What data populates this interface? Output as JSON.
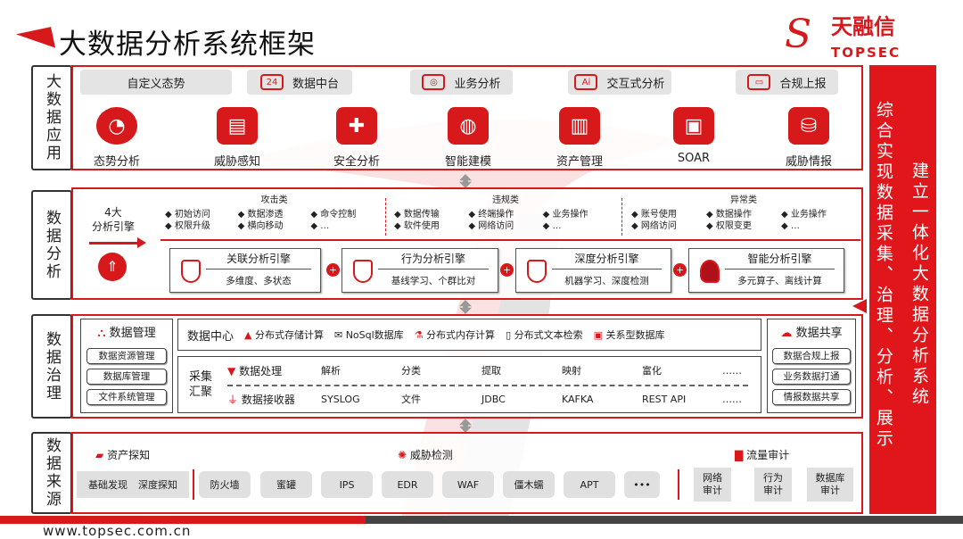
{
  "title": "大数据分析系统框架",
  "logo": {
    "cn": "天融信",
    "en": "TOPSEC"
  },
  "footer_url": "www.topsec.com.cn",
  "colors": {
    "accent": "#d7191c",
    "dark": "#444444"
  },
  "right_panel": {
    "left": "综合实现数据采集、治理、分析、展示",
    "right": "建立一体化大数据分析系统"
  },
  "layers": {
    "app": {
      "label": "大数据应用",
      "tabs": [
        {
          "label": "自定义态势",
          "icon": ""
        },
        {
          "label": "数据中台",
          "icon": "24"
        },
        {
          "label": "业务分析",
          "icon": "◎"
        },
        {
          "label": "交互式分析",
          "icon": "Ai"
        },
        {
          "label": "合规上报",
          "icon": "▭"
        }
      ],
      "apps": [
        {
          "label": "态势分析",
          "icon": "◔"
        },
        {
          "label": "威胁感知",
          "icon": "▤"
        },
        {
          "label": "安全分析",
          "icon": "✚"
        },
        {
          "label": "智能建模",
          "icon": "◍"
        },
        {
          "label": "资产管理",
          "icon": "▥"
        },
        {
          "label": "SOAR",
          "icon": "▣"
        },
        {
          "label": "威胁情报",
          "icon": "⛁"
        }
      ]
    },
    "analysis": {
      "label": "数据分析",
      "engine_title": "4大\n分析引擎",
      "categories": [
        {
          "name": "攻击类",
          "items": [
            "初始访问",
            "数据渗透",
            "命令控制",
            "权限升级",
            "横向移动",
            "…"
          ]
        },
        {
          "name": "违规类",
          "items": [
            "数据传输",
            "终端操作",
            "业务操作",
            "软件使用",
            "网络访问",
            "…"
          ]
        },
        {
          "name": "异常类",
          "items": [
            "账号使用",
            "数据操作",
            "业务操作",
            "网络访问",
            "权限变更",
            "…"
          ]
        }
      ],
      "engines": [
        {
          "name": "关联分析引擎",
          "desc": "多维度、多状态"
        },
        {
          "name": "行为分析引擎",
          "desc": "基线学习、个群比对"
        },
        {
          "name": "深度分析引擎",
          "desc": "机器学习、深度检测"
        },
        {
          "name": "智能分析引擎",
          "desc": "多元算子、离线计算"
        }
      ],
      "plus": "+"
    },
    "governance": {
      "label": "数据治理",
      "mgmt": {
        "title": "数据管理",
        "items": [
          "数据资源管理",
          "数据库管理",
          "文件系统管理"
        ]
      },
      "center": {
        "title": "数据中心",
        "items": [
          "分布式存储计算",
          "NoSql数据库",
          "分布式内存计算",
          "分布式文本检索",
          "关系型数据库"
        ]
      },
      "collect": {
        "title": "采集\n汇聚",
        "rows": [
          {
            "name": "数据处理",
            "items": [
              "解析",
              "分类",
              "提取",
              "映射",
              "富化",
              "……"
            ]
          },
          {
            "name": "数据接收器",
            "items": [
              "SYSLOG",
              "文件",
              "JDBC",
              "KAFKA",
              "REST API",
              "……"
            ]
          }
        ]
      },
      "share": {
        "title": "数据共享",
        "items": [
          "数据合规上报",
          "业务数据打通",
          "情报数据共享"
        ]
      }
    },
    "source": {
      "label": "数据来源",
      "groups": [
        {
          "title": "资产探知",
          "items": [
            "基础发现",
            "深度探知"
          ]
        },
        {
          "title": "威胁检测",
          "items": [
            "防火墙",
            "蜜罐",
            "IPS",
            "EDR",
            "WAF",
            "僵木蠕",
            "APT",
            "•••"
          ]
        },
        {
          "title": "流量审计",
          "items": [
            "网络\n审计",
            "行为\n审计",
            "数据库\n审计"
          ]
        }
      ]
    }
  }
}
